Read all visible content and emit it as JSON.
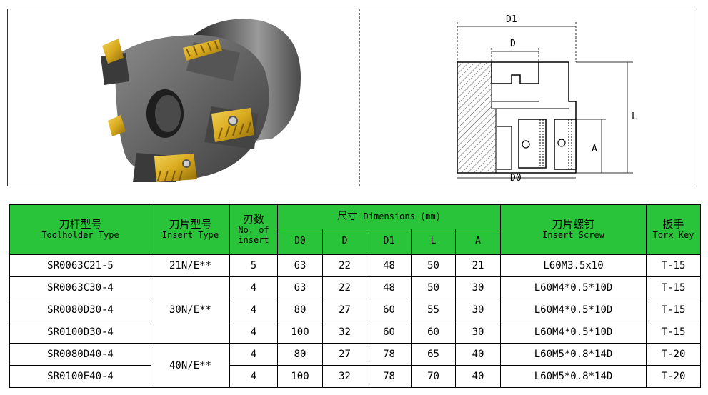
{
  "drawing_labels": {
    "d1": "D1",
    "d": "D",
    "l": "L",
    "a": "A",
    "d0": "D0"
  },
  "table": {
    "headers": {
      "toolholder": {
        "cn": "刀杆型号",
        "en": "Toolholder Type"
      },
      "insert": {
        "cn": "刀片型号",
        "en": "Insert Type"
      },
      "edges": {
        "cn": "刃数",
        "en1": "No. of",
        "en2": "insert"
      },
      "dimensions": {
        "cn": "尺寸",
        "en": "Dimensions (mm)"
      },
      "dims": [
        "D0",
        "D",
        "D1",
        "L",
        "A"
      ],
      "screw": {
        "cn": "刀片螺钉",
        "en": "Insert Screw"
      },
      "key": {
        "cn": "扳手",
        "en": "Torx Key"
      }
    },
    "insert_groups": [
      "21N/E**",
      "30N/E**",
      "40N/E**"
    ],
    "rows": [
      {
        "type": "SR0063C21-5",
        "no": "5",
        "d0": "63",
        "d": "22",
        "d1": "48",
        "l": "50",
        "a": "21",
        "screw": "L60M3.5x10",
        "key": "T-15"
      },
      {
        "type": "SR0063C30-4",
        "no": "4",
        "d0": "63",
        "d": "22",
        "d1": "48",
        "l": "50",
        "a": "30",
        "screw": "L60M4*0.5*10D",
        "key": "T-15"
      },
      {
        "type": "SR0080D30-4",
        "no": "4",
        "d0": "80",
        "d": "27",
        "d1": "60",
        "l": "55",
        "a": "30",
        "screw": "L60M4*0.5*10D",
        "key": "T-15"
      },
      {
        "type": "SR0100D30-4",
        "no": "4",
        "d0": "100",
        "d": "32",
        "d1": "60",
        "l": "60",
        "a": "30",
        "screw": "L60M4*0.5*10D",
        "key": "T-15"
      },
      {
        "type": "SR0080D40-4",
        "no": "4",
        "d0": "80",
        "d": "27",
        "d1": "78",
        "l": "65",
        "a": "40",
        "screw": "L60M5*0.8*14D",
        "key": "T-20"
      },
      {
        "type": "SR0100E40-4",
        "no": "4",
        "d0": "100",
        "d": "32",
        "d1": "78",
        "l": "70",
        "a": "40",
        "screw": "L60M5*0.8*14D",
        "key": "T-20"
      }
    ]
  }
}
